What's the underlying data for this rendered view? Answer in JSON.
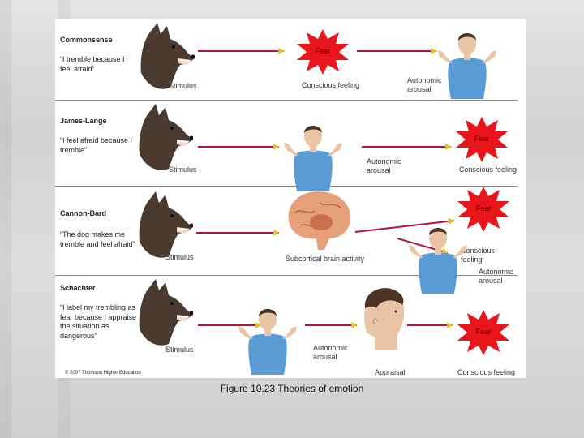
{
  "panels": [
    {
      "title": "Commonsense",
      "quote": "“I tremble because I feel afraid”",
      "stimulus": "Stimulus",
      "fear": "Fear",
      "conscious": "Conscious feeling",
      "autonomic": "Autonomic arousal"
    },
    {
      "title": "James-Lange",
      "quote": "“I feel afraid because I tremble”",
      "stimulus": "Stimulus",
      "fear": "Fear",
      "conscious": "Conscious feeling",
      "autonomic": "Autonomic arousal"
    },
    {
      "title": "Cannon-Bard",
      "quote": "“The dog makes me tremble and feel afraid”",
      "stimulus": "Stimulus",
      "fear": "Fear",
      "conscious": "Conscious feeling",
      "autonomic": "Autonomic arousal",
      "brain": "Subcortical brain activity"
    },
    {
      "title": "Schachter",
      "quote": "“I label my trembling as fear because I appraise the situation as dangerous”",
      "stimulus": "Stimulus",
      "fear": "Fear",
      "conscious": "Conscious feeling",
      "autonomic": "Autonomic arousal",
      "appraisal": "Appraisal"
    }
  ],
  "copyright": "© 2007 Thomson Higher Education",
  "caption": "Figure 10.23  Theories of emotion",
  "colors": {
    "arrow": "#b0163a",
    "arrowhead": "#e8c21a",
    "burst": "#e8161a",
    "shirt": "#5b9bd5",
    "dog": "#4a3a30"
  }
}
